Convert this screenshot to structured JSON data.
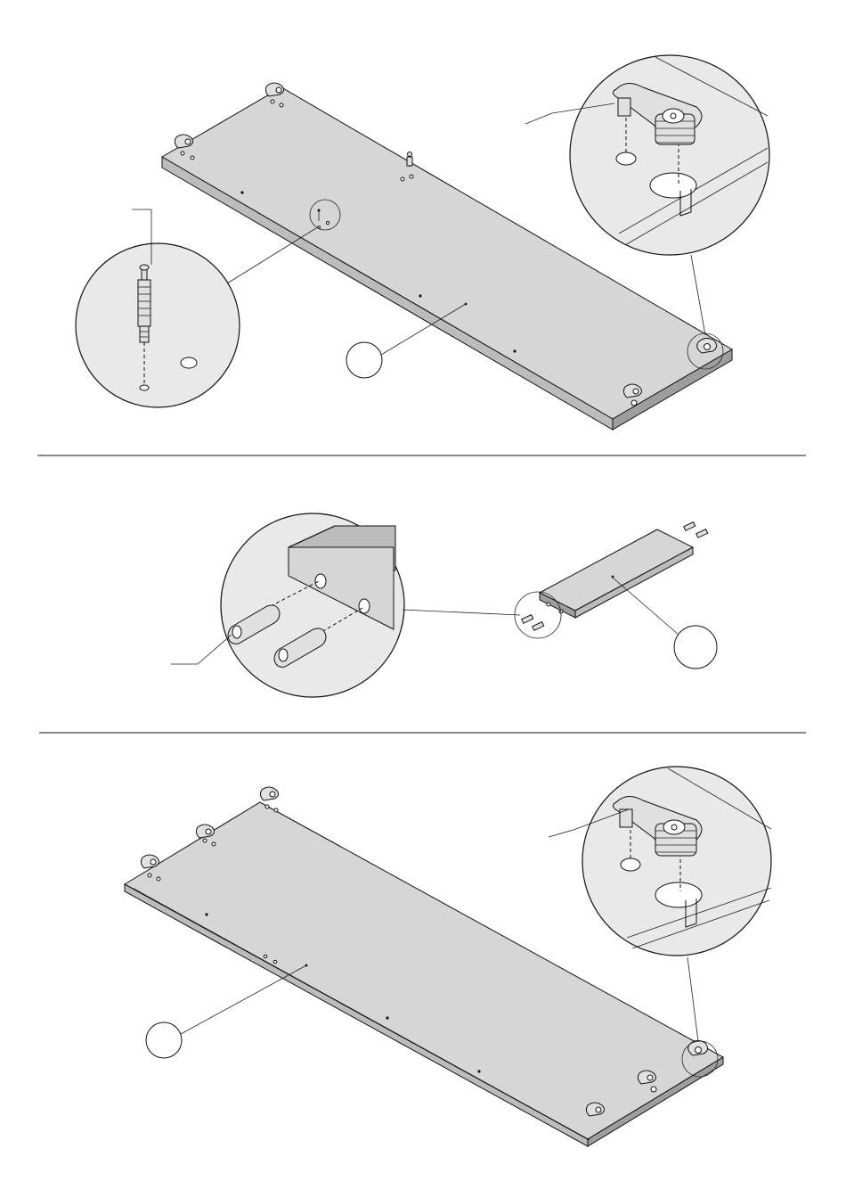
{
  "steps": [
    {
      "id": "step-1",
      "part_label": "",
      "fastener_label": "",
      "cam_label": ""
    },
    {
      "id": "step-2",
      "part_label": "",
      "fastener_label": ""
    },
    {
      "id": "step-3",
      "part_label": "",
      "cam_label": ""
    }
  ],
  "colors": {
    "line": "#111111",
    "panel": "#d6d6d6",
    "edge": "#bcbcbc",
    "zoom": "#e9e9e9"
  },
  "icons": [
    "cam-lock-icon",
    "cam-bolt-icon",
    "wooden-dowel-icon"
  ]
}
